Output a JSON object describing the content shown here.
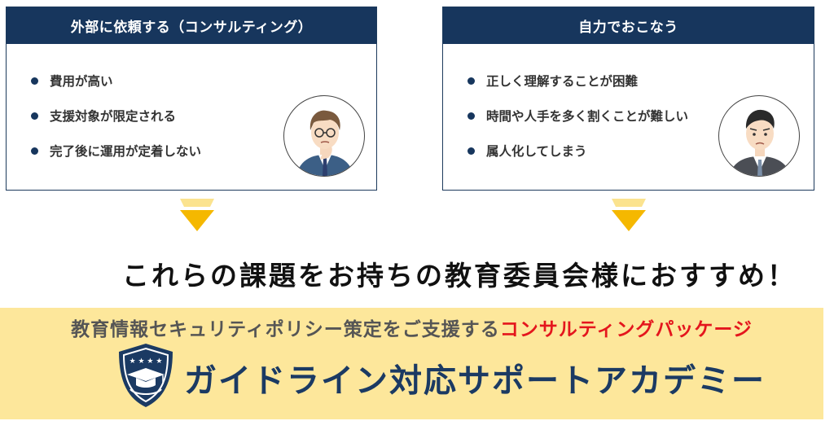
{
  "left_card": {
    "title": "外部に依頼する（コンサルティング）",
    "items": [
      "費用が高い",
      "支援対象が限定される",
      "完了後に運用が定着しない"
    ]
  },
  "right_card": {
    "title": "自力でおこなう",
    "items": [
      "正しく理解することが困難",
      "時間や人手を多く割くことが難しい",
      "属人化してしまう"
    ]
  },
  "headline": "これらの課題をお持ちの教育委員会様におすすめ！",
  "banner": {
    "subtitle_prefix": "教育情報セキュリティポリシー策定をご支援する",
    "subtitle_highlight": "コンサルティングパッケージ",
    "title": "ガイドライン対応サポートアカデミー"
  },
  "colors": {
    "navy": "#17365d",
    "arrow_yellow": "#f5b800",
    "banner_bg": "#fde79b",
    "highlight_red": "#e4161d"
  },
  "icons": [
    "thinking-man-avatar",
    "worried-man-avatar",
    "down-arrow-icon",
    "academy-emblem-icon"
  ]
}
